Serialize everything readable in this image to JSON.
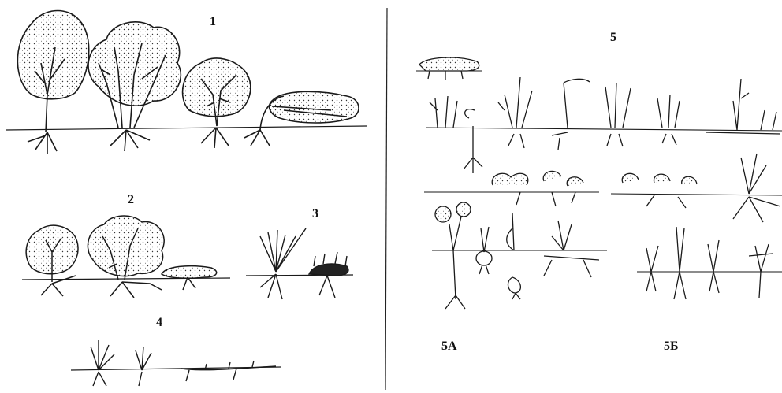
{
  "labels": {
    "group1": "1",
    "group2": "2",
    "group3": "3",
    "group4": "4",
    "group5": "5",
    "group5a": "5А",
    "group5b": "5Б"
  },
  "colors": {
    "ink": "#1a1a1a",
    "paper": "#ffffff"
  }
}
